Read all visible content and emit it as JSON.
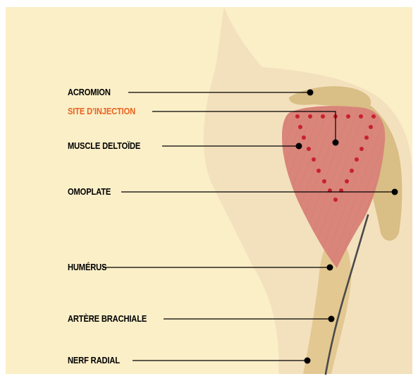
{
  "colors": {
    "background_panel": "#FBEFC8",
    "skin": "#F3E1BE",
    "bone": "#D9BE85",
    "muscle": "#D9857A",
    "injection_dots": "#C8202E",
    "artery": "#4A4A4A",
    "label_text": "#000000",
    "highlight_label_text": "#E8631E"
  },
  "labels": {
    "acromion": "ACROMION",
    "injection_site": "SITE D’INJECTION",
    "deltoid": "MUSCLE DELTOÏDE",
    "scapula": "OMOPLATE",
    "humerus": "HUMÉRUS",
    "brachial_artery": "ARTÈRE BRACHIALE",
    "radial_nerve": "NERF RADIAL"
  }
}
